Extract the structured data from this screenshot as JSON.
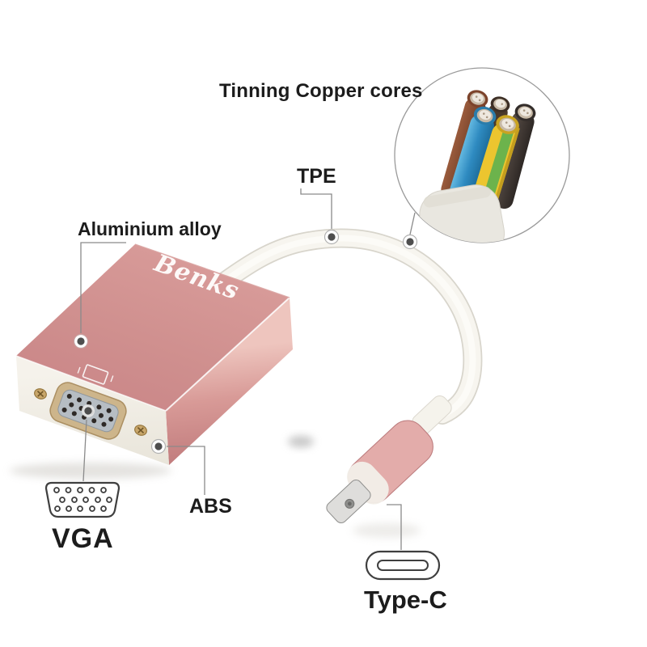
{
  "labels": {
    "tinning_copper_cores": "Tinning Copper cores",
    "tpe": "TPE",
    "aluminium_alloy": "Aluminium alloy",
    "abs": "ABS",
    "vga": "VGA",
    "type_c": "Type-C"
  },
  "brand": {
    "name": "Benks"
  },
  "colors": {
    "adapter_top_pink": "#d09190",
    "adapter_side_pink": "#c98486",
    "adapter_front_abs": "#f2efe8",
    "cable_white": "#f7f5ef",
    "vga_rim_gold": "#cdb58b",
    "typec_housing_pink": "#cf8b8c",
    "wire_brown": "#7e4a30",
    "wire_blue": "#2f8fc5",
    "wire_yellow": "#ecc52f",
    "wire_green": "#6cb34c",
    "wire_black": "#413a36",
    "label_text": "#1c1c1c"
  },
  "icons": {
    "vga_connector": "vga-connector-icon",
    "usb_c_connector": "usb-c-connector-icon",
    "display": "display-icon",
    "wire_cross_section": "wire-cross-section-inset"
  }
}
